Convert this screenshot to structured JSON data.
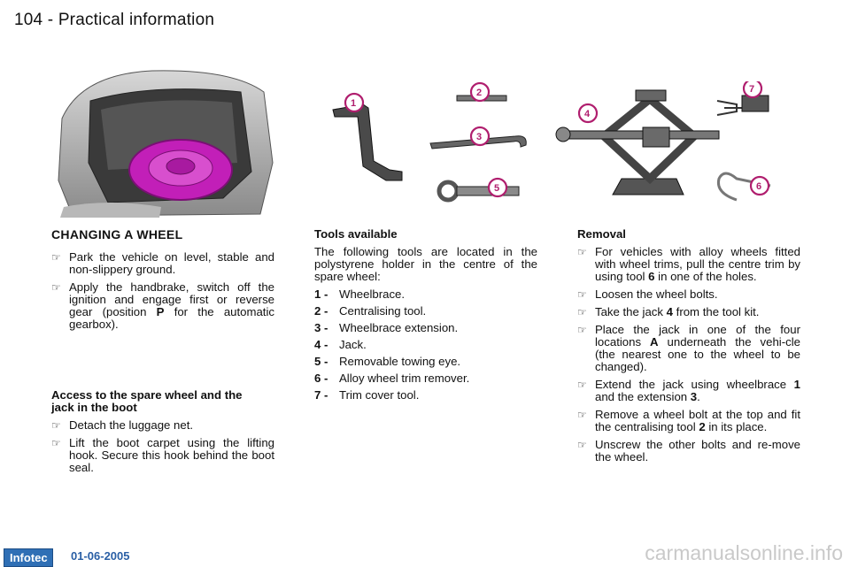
{
  "header": {
    "page_num": "104",
    "dash": "-",
    "title": "Practical information"
  },
  "col1": {
    "heading": "CHANGING A WHEEL",
    "bullets": [
      "Park the vehicle on level, stable and non-slippery ground.",
      "Apply the handbrake, switch off the ignition and engage first or reverse gear (position",
      "for the automatic gearbox)."
    ],
    "pos_letter": "P",
    "access_heading": "Access to the spare wheel and the jack in the boot",
    "access_bullets": [
      "Detach the luggage net.",
      "Lift the boot carpet using the lifting hook. Secure this hook behind the boot seal."
    ]
  },
  "col2": {
    "heading": "Tools available",
    "intro": "The following tools are located in the polystyrene holder in the centre of the spare wheel:",
    "tools": [
      {
        "n": "1 -",
        "label": "Wheelbrace."
      },
      {
        "n": "2 -",
        "label": "Centralising tool."
      },
      {
        "n": "3 -",
        "label": "Wheelbrace extension."
      },
      {
        "n": "4 -",
        "label": "Jack."
      },
      {
        "n": "5 -",
        "label": "Removable towing eye."
      },
      {
        "n": "6 -",
        "label": "Alloy wheel trim remover."
      },
      {
        "n": "7 -",
        "label": "Trim cover tool."
      }
    ]
  },
  "col3": {
    "heading": "Removal",
    "b1a": "For vehicles with alloy wheels fitted with wheel trims, pull the centre trim by using tool",
    "b1n": "6",
    "b1b": "in one of the holes.",
    "b2": "Loosen the wheel bolts.",
    "b3a": "Take the jack",
    "b3n": "4",
    "b3b": "from the tool kit.",
    "b4a": "Place the jack in one of the four locations",
    "b4n": "A",
    "b4b": "underneath the vehi-cle (the nearest one to the wheel to be changed).",
    "b5a": "Extend the jack using wheelbrace",
    "b5n1": "1",
    "b5m": "and the extension",
    "b5n2": "3",
    "b5e": ".",
    "b6a": "Remove a wheel bolt at the top and fit the centralising tool",
    "b6n": "2",
    "b6b": "in its place.",
    "b7": "Unscrew the other bolts and re-move the wheel."
  },
  "bullet_mark": "☞",
  "figure_labels": [
    "1",
    "2",
    "3",
    "4",
    "5",
    "6",
    "7"
  ],
  "footer": {
    "badge": "Infotec",
    "date": "01-06-2005"
  },
  "watermark": "carmanualsonline.info",
  "colors": {
    "label_magenta": "#b01e6e",
    "badge_blue": "#2f6fb5",
    "spare_wheel": "#c21fb8"
  }
}
